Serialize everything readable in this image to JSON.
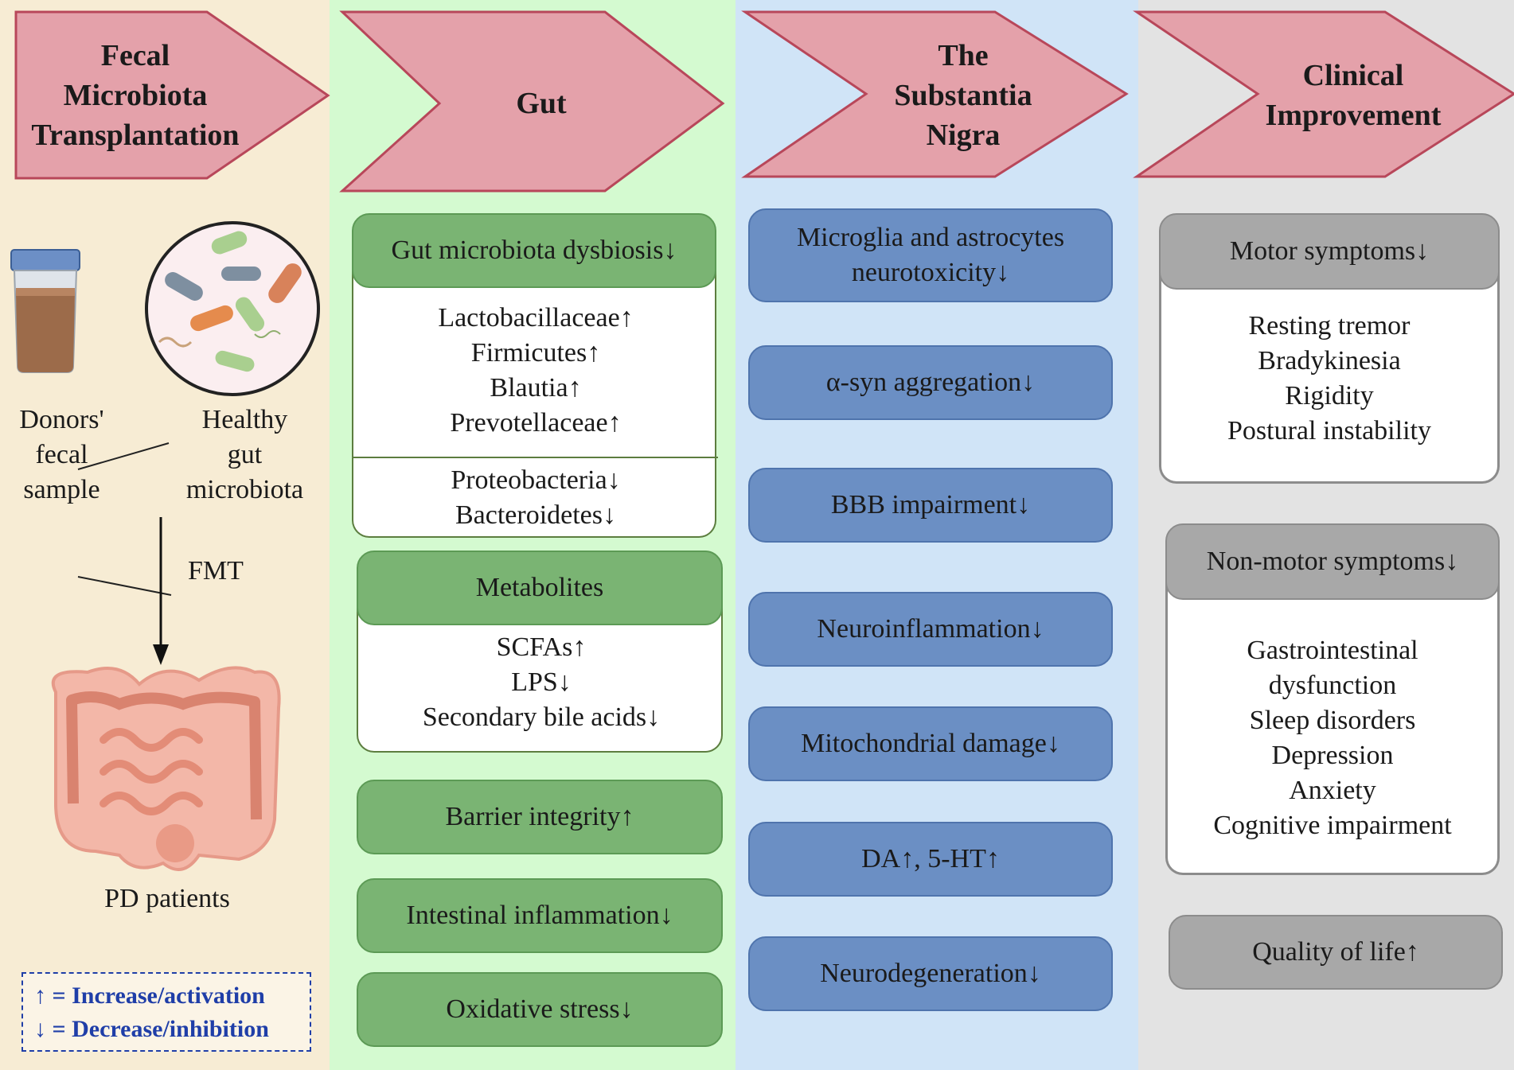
{
  "arrows": {
    "fmt": "Fecal\nMicrobiota\nTransplantation",
    "gut": "Gut",
    "sn": "The\nSubstantia\nNigra",
    "clinical": "Clinical\nImprovement"
  },
  "fmt_col": {
    "donor_label": "Donors'\nfecal\nsample",
    "healthy_label": "Healthy\ngut\nmicrobiota",
    "fmt_label": "FMT",
    "patients_label": "PD patients",
    "legend_increase": "↑ = Increase/activation",
    "legend_decrease": "↓ = Decrease/inhibition"
  },
  "gut_col": {
    "dysbiosis_title": "Gut microbiota dysbiosis↓",
    "increased": [
      "Lactobacillaceae↑",
      "Firmicutes↑",
      "Blautia↑",
      "Prevotellaceae↑"
    ],
    "decreased": [
      "Proteobacteria↓",
      "Bacteroidetes↓"
    ],
    "metabolites_title": "Metabolites",
    "metabolites": [
      "SCFAs↑",
      "LPS↓",
      "Secondary bile acids↓"
    ],
    "barrier": "Barrier integrity↑",
    "inflammation": "Intestinal inflammation↓",
    "oxidative": "Oxidative stress↓"
  },
  "sn_col": {
    "items": [
      "Microglia and astrocytes\nneurotoxicity↓",
      "α-syn aggregation↓",
      "BBB impairment↓",
      "Neuroinflammation↓",
      "Mitochondrial damage↓",
      "DA↑, 5-HT↑",
      "Neurodegeneration↓"
    ]
  },
  "clinical_col": {
    "motor_title": "Motor symptoms↓",
    "motor_items": [
      "Resting tremor",
      "Bradykinesia",
      "Rigidity",
      "Postural instability"
    ],
    "nonmotor_title": "Non-motor symptoms↓",
    "nonmotor_items": [
      "Gastrointestinal\ndysfunction",
      "Sleep disorders",
      "Depression",
      "Anxiety",
      "Cognitive impairment"
    ],
    "quality": "Quality of life↑"
  },
  "colors": {
    "col1_bg": "#f7ecd4",
    "col2_bg": "#d4fad0",
    "col3_bg": "#d0e4f7",
    "col4_bg": "#e3e3e3",
    "arrow_fill": "#e4a1aa",
    "arrow_stroke": "#b8475a",
    "green": "#7ab473",
    "blue": "#6b8fc4",
    "grey": "#a8a8a8",
    "legend_text": "#1f3ea8"
  }
}
